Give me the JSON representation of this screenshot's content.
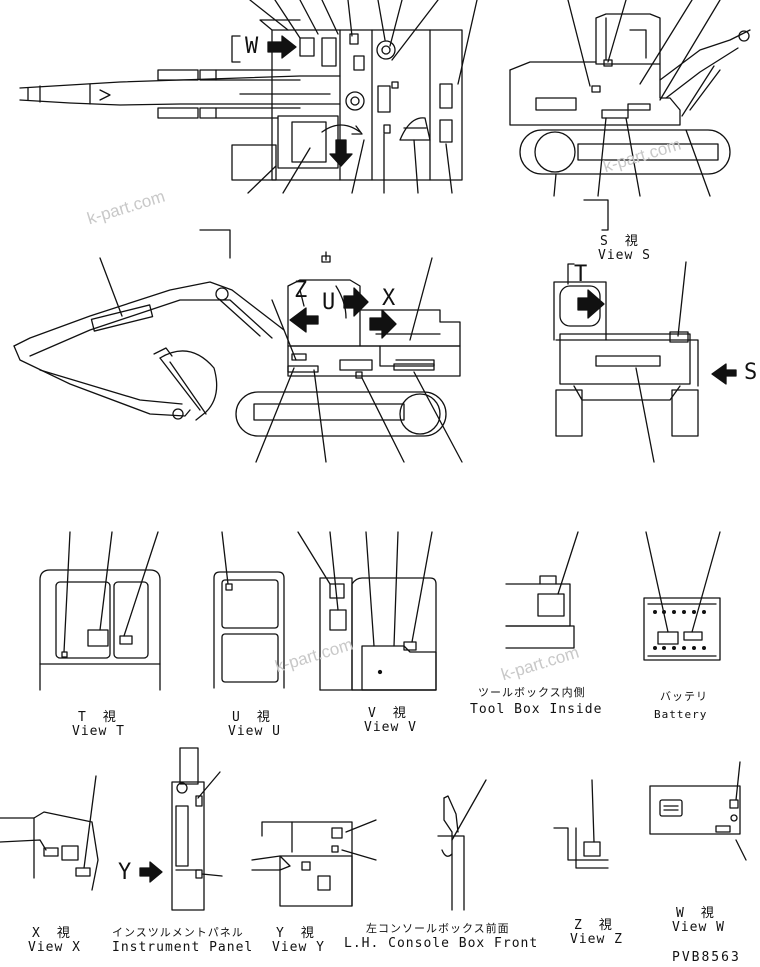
{
  "views": {
    "s": {
      "jp": "S　視",
      "en": "View S"
    },
    "t": {
      "jp": "T　視",
      "en": "View T"
    },
    "u": {
      "jp": "U　視",
      "en": "View U"
    },
    "v": {
      "jp": "V　視",
      "en": "View V"
    },
    "toolbox": {
      "jp": "ツールボックス内側",
      "en": "Tool Box Inside"
    },
    "battery": {
      "jp": "バッテリ",
      "en": "Battery"
    },
    "x": {
      "jp": "X　視",
      "en": "View X"
    },
    "instrument": {
      "jp": "インスツルメントパネル",
      "en": "Instrument Panel"
    },
    "y": {
      "jp": "Y　視",
      "en": "View Y"
    },
    "console": {
      "jp": "左コンソールボックス前面",
      "en": "L.H. Console Box  Front"
    },
    "z": {
      "jp": "Z　視",
      "en": "View Z"
    },
    "w": {
      "jp": "W　視",
      "en": "View W"
    }
  },
  "arrow_letters": {
    "w": "W",
    "s": "S",
    "t": "T",
    "z": "Z",
    "u": "U",
    "x": "X",
    "y": "Y"
  },
  "watermark": "k-part.com",
  "drawing_code": "PVB8563"
}
